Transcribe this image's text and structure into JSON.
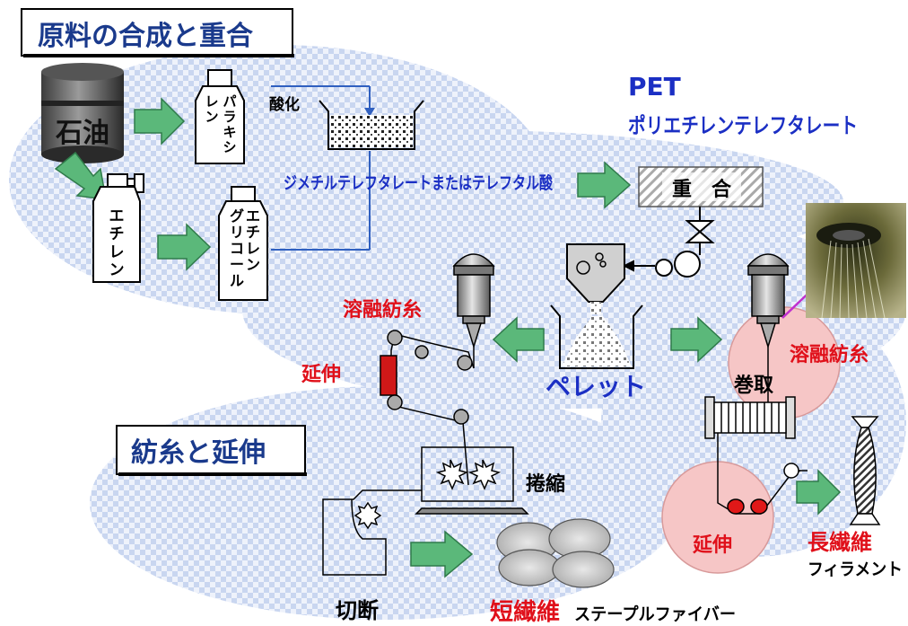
{
  "section_titles": {
    "synthesis": "原料の合成と重合",
    "spinning": "紡糸と延伸"
  },
  "materials": {
    "oil": "石油",
    "paraxylene": "パラキシレン",
    "ethylene": "エチレン",
    "ethylene_glycol": "エチレングリコール"
  },
  "process": {
    "oxidation": "酸化",
    "dmt": "ジメチルテレフタレートまたはテレフタル酸",
    "polymerization": "重　合",
    "pet": "PET",
    "pet_full": "ポリエチレンテレフタレート",
    "pellet": "ペレット",
    "melt_spinning_left": "溶融紡糸",
    "melt_spinning_right": "溶融紡糸",
    "drawing_left": "延伸",
    "drawing_right": "延伸",
    "winding": "巻取",
    "crimping": "捲縮",
    "cutting": "切断",
    "long_fiber": "長繊維",
    "filament": "フィラメント",
    "short_fiber": "短繊維",
    "staple_fiber": "ステープルファイバー"
  },
  "colors": {
    "title_text": "#1a3a8c",
    "blue_text": "#1b2fc4",
    "red_text": "#e0101a",
    "arrow_fill": "#5bb87a",
    "arrow_stroke": "#2f7a4a",
    "bg_checker": "#c9d6f0",
    "pink_circle": "#f6c6c6"
  }
}
